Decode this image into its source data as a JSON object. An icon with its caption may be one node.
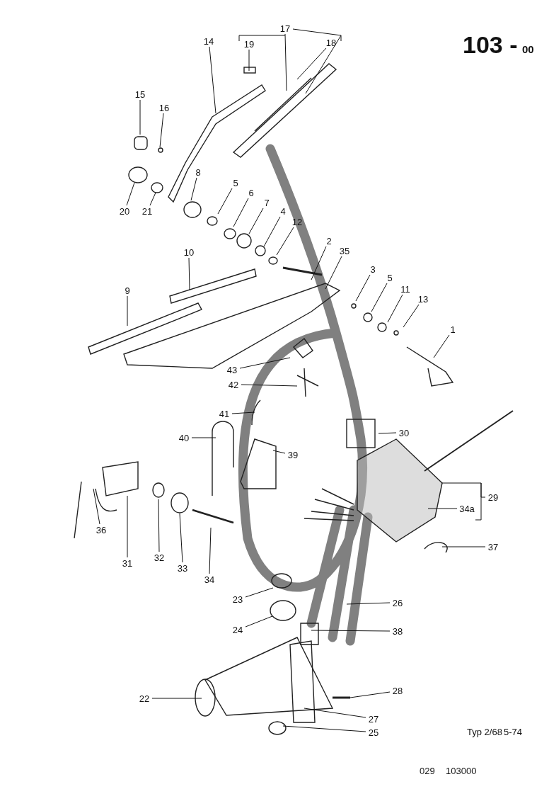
{
  "diagram": {
    "nodes": [
      {
        "text": [
          "17"
        ]
      },
      {
        "text": [
          "14"
        ]
      },
      {
        "text": [
          "18"
        ]
      },
      {
        "text": [
          "19"
        ]
      },
      {
        "text": [
          "15"
        ]
      },
      {
        "text": [
          "16"
        ]
      },
      {
        "text": [
          "8"
        ]
      },
      {
        "text": [
          "5"
        ]
      },
      {
        "text": [
          "6"
        ]
      },
      {
        "text": [
          "7"
        ]
      },
      {
        "text": [
          "20"
        ]
      },
      {
        "text": [
          "21"
        ]
      },
      {
        "text": [
          "4"
        ]
      },
      {
        "text": [
          "12"
        ]
      },
      {
        "text": [
          "2"
        ]
      },
      {
        "text": [
          "35"
        ]
      },
      {
        "text": [
          "10"
        ]
      },
      {
        "text": [
          "3"
        ]
      },
      {
        "text": [
          "5"
        ]
      },
      {
        "text": [
          "11"
        ]
      },
      {
        "text": [
          "9"
        ]
      },
      {
        "text": [
          "13"
        ]
      },
      {
        "text": [
          "1"
        ]
      },
      {
        "text": [
          "43"
        ]
      },
      {
        "text": [
          "42"
        ]
      },
      {
        "text": [
          "41"
        ]
      },
      {
        "text": [
          "30"
        ]
      },
      {
        "text": [
          "40"
        ]
      },
      {
        "text": [
          "39"
        ]
      },
      {
        "text": [
          "29"
        ]
      },
      {
        "text": [
          "34a"
        ]
      },
      {
        "text": [
          "36"
        ]
      },
      {
        "text": [
          "37"
        ]
      },
      {
        "text": [
          "32"
        ]
      },
      {
        "text": [
          "31"
        ]
      },
      {
        "text": [
          "33"
        ]
      },
      {
        "text": [
          "34"
        ]
      },
      {
        "text": [
          "23"
        ]
      },
      {
        "text": [
          "26"
        ]
      },
      {
        "text": [
          "24"
        ]
      },
      {
        "text": [
          "38"
        ]
      },
      {
        "text": [
          "28"
        ]
      },
      {
        "text": [
          "22"
        ]
      },
      {
        "text": [
          "27"
        ]
      },
      {
        "text": [
          "25"
        ]
      }
    ],
    "edges": [
      {
        "from": 0,
        "to": null,
        "arrow": "none"
      },
      {
        "from": 1,
        "to": null,
        "arrow": "none"
      },
      {
        "from": 2,
        "to": null,
        "arrow": "none"
      },
      {
        "from": 3,
        "to": null,
        "arrow": "none"
      },
      {
        "from": 4,
        "to": null,
        "arrow": "none"
      },
      {
        "from": 5,
        "to": null,
        "arrow": "none"
      },
      {
        "from": 6,
        "to": null,
        "arrow": "none"
      },
      {
        "from": 7,
        "to": null,
        "arrow": "none"
      },
      {
        "from": 8,
        "to": null,
        "arrow": "none"
      },
      {
        "from": 9,
        "to": null,
        "arrow": "none"
      },
      {
        "from": 10,
        "to": null,
        "arrow": "none"
      },
      {
        "from": 11,
        "to": null,
        "arrow": "none"
      },
      {
        "from": 12,
        "to": null,
        "arrow": "none"
      },
      {
        "from": 13,
        "to": null,
        "arrow": "none"
      },
      {
        "from": 14,
        "to": null,
        "arrow": "none"
      },
      {
        "from": 15,
        "to": null,
        "arrow": "none"
      },
      {
        "from": 16,
        "to": null,
        "arrow": "none"
      },
      {
        "from": 17,
        "to": null,
        "arrow": "none"
      },
      {
        "from": 18,
        "to": null,
        "arrow": "none"
      },
      {
        "from": 19,
        "to": null,
        "arrow": "none"
      },
      {
        "from": 20,
        "to": null,
        "arrow": "none"
      },
      {
        "from": 21,
        "to": null,
        "arrow": "none"
      },
      {
        "from": 22,
        "to": null,
        "arrow": "none"
      },
      {
        "from": 23,
        "to": null,
        "arrow": "none"
      },
      {
        "from": 24,
        "to": null,
        "arrow": "none"
      },
      {
        "from": 25,
        "to": null,
        "arrow": "none"
      },
      {
        "from": 26,
        "to": null,
        "arrow": "none"
      },
      {
        "from": 27,
        "to": null,
        "arrow": "none"
      },
      {
        "from": 28,
        "to": null,
        "arrow": "none"
      },
      {
        "from": 29,
        "to": null,
        "arrow": "none"
      },
      {
        "from": 30,
        "to": null,
        "arrow": "none"
      },
      {
        "from": 31,
        "to": null,
        "arrow": "none"
      },
      {
        "from": 32,
        "to": null,
        "arrow": "none"
      },
      {
        "from": 33,
        "to": null,
        "arrow": "none"
      },
      {
        "from": 34,
        "to": null,
        "arrow": "none"
      },
      {
        "from": 35,
        "to": null,
        "arrow": "none"
      },
      {
        "from": 36,
        "to": null,
        "arrow": "none"
      },
      {
        "from": 37,
        "to": null,
        "arrow": "none"
      },
      {
        "from": 38,
        "to": null,
        "arrow": "none"
      },
      {
        "from": 39,
        "to": null,
        "arrow": "none"
      },
      {
        "from": 40,
        "to": null,
        "arrow": "none"
      },
      {
        "from": 41,
        "to": null,
        "arrow": "none"
      },
      {
        "from": 42,
        "to": null,
        "arrow": "none"
      },
      {
        "from": 43,
        "to": null,
        "arrow": "none"
      },
      {
        "from": 44,
        "to": null,
        "arrow": "none"
      },
      {
        "from": 0,
        "to": null,
        "arrow": "none"
      }
    ],
    "labels": [
      "103 -",
      "00",
      "Typ 2/68",
      "5-74",
      "029",
      "103000"
    ]
  }
}
